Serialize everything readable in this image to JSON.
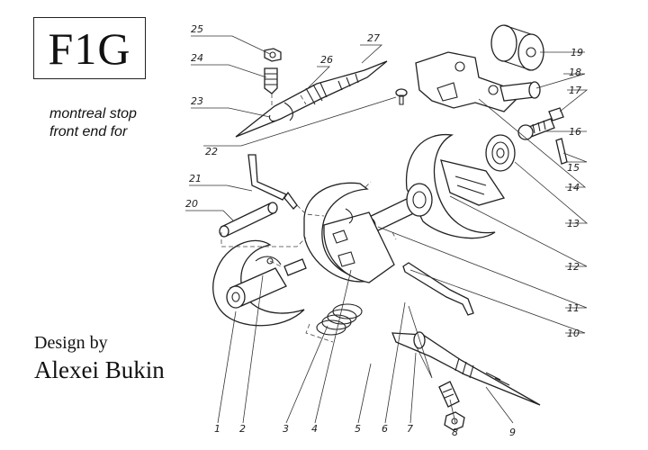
{
  "logo": {
    "text": "F1G"
  },
  "subtitle": {
    "line1": "montreal stop",
    "line2": "front end for"
  },
  "credit": {
    "line1": "Design by",
    "line2": "Alexei Bukin"
  },
  "part_numbers": [
    "1",
    "2",
    "3",
    "4",
    "5",
    "6",
    "7",
    "8",
    "9",
    "10",
    "11",
    "12",
    "13",
    "14",
    "15",
    "16",
    "17",
    "18",
    "19",
    "20",
    "21",
    "22",
    "23",
    "24",
    "25",
    "26",
    "27"
  ]
}
